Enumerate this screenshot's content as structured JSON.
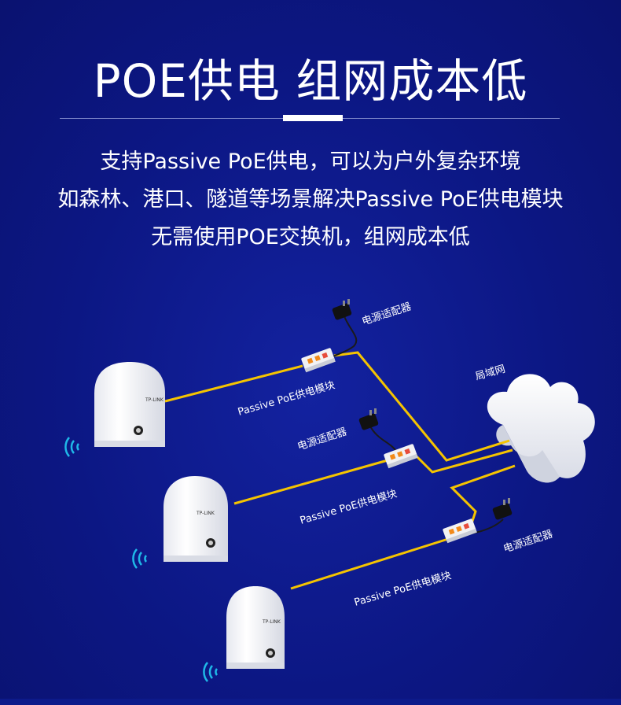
{
  "header": {
    "title": "POE供电 组网成本低"
  },
  "description": {
    "line1": "支持Passive PoE供电，可以为户外复杂环境",
    "line2": "如森林、港口、隧道等场景解决Passive PoE供电模块",
    "line3": "无需使用POE交换机，组网成本低"
  },
  "diagram": {
    "network_label": "局域网",
    "adapter_label": "电源适配器",
    "module_label": "Passive PoE供电模块",
    "camera_brand": "TP-LINK",
    "colors": {
      "cable": "#f5c400",
      "background": "#0c1784",
      "device": "#ffffff"
    },
    "icons": [
      "wifi-signal-icon",
      "power-adapter-icon",
      "poe-injector-icon",
      "cloud-icon",
      "dome-camera-icon"
    ]
  }
}
